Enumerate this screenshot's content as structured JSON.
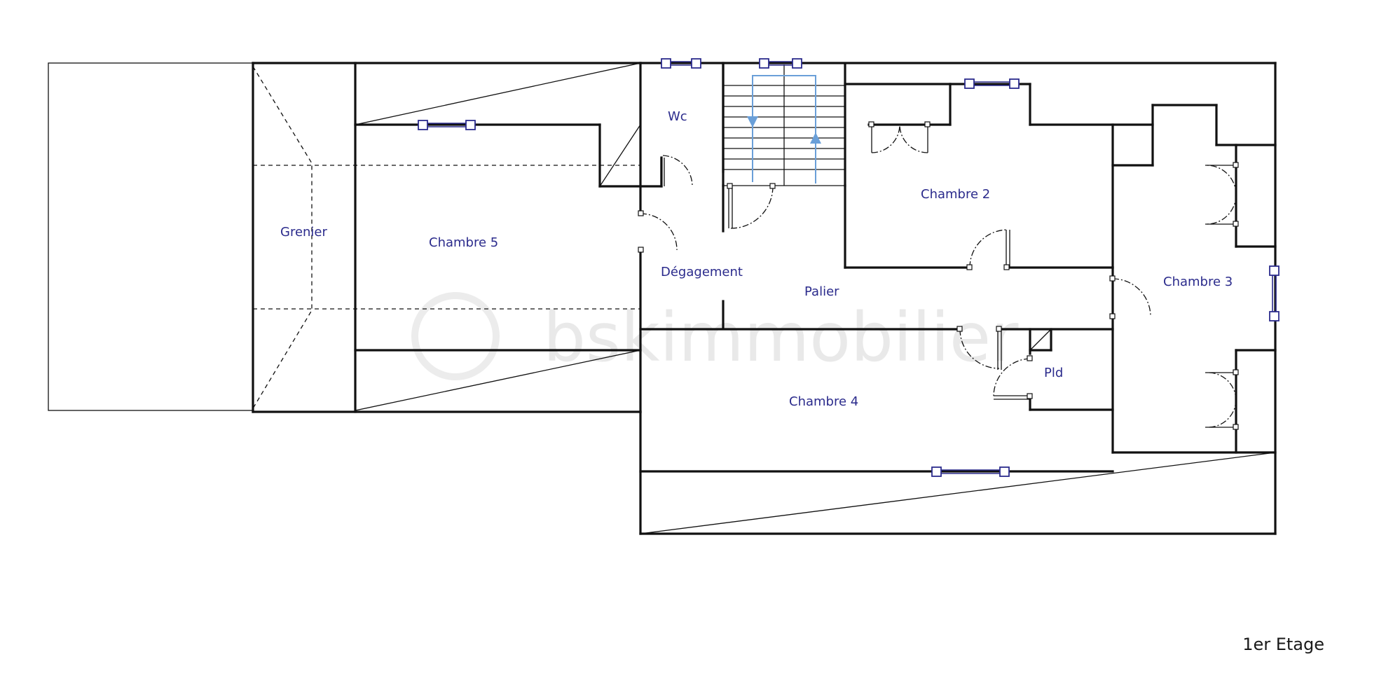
{
  "plan": {
    "watermark": "bskimmobilier",
    "level_label": "1er Etage",
    "rooms": {
      "grenier": "Grenier",
      "chambre5": "Chambre 5",
      "wc": "Wc",
      "degagement": "Dégagement",
      "palier": "Palier",
      "chambre2": "Chambre 2",
      "chambre3": "Chambre 3",
      "chambre4": "Chambre 4",
      "pld": "Pld"
    },
    "colors": {
      "label": "#2b2b8c",
      "wall": "#111111",
      "window": "#2b2b8c",
      "stair_arrow": "#6a9fd8",
      "watermark": "#e9e9e9"
    }
  }
}
